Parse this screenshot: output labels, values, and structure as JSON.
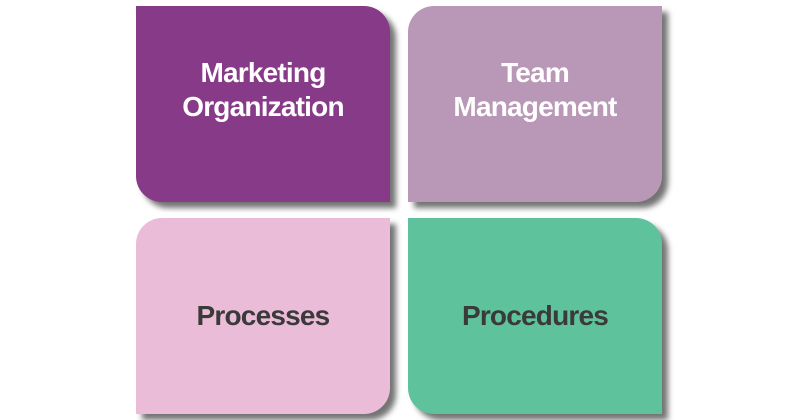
{
  "quadrants": [
    {
      "label": "Marketing\nOrganization",
      "color": "#873a87",
      "text_color": "#ffffff"
    },
    {
      "label": "Team\nManagement",
      "color": "#b997b6",
      "text_color": "#ffffff"
    },
    {
      "label": "Processes",
      "color": "#ebbcd8",
      "text_color": "#3a3a3a"
    },
    {
      "label": "Procedures",
      "color": "#5ec29d",
      "text_color": "#3a3a3a"
    }
  ]
}
